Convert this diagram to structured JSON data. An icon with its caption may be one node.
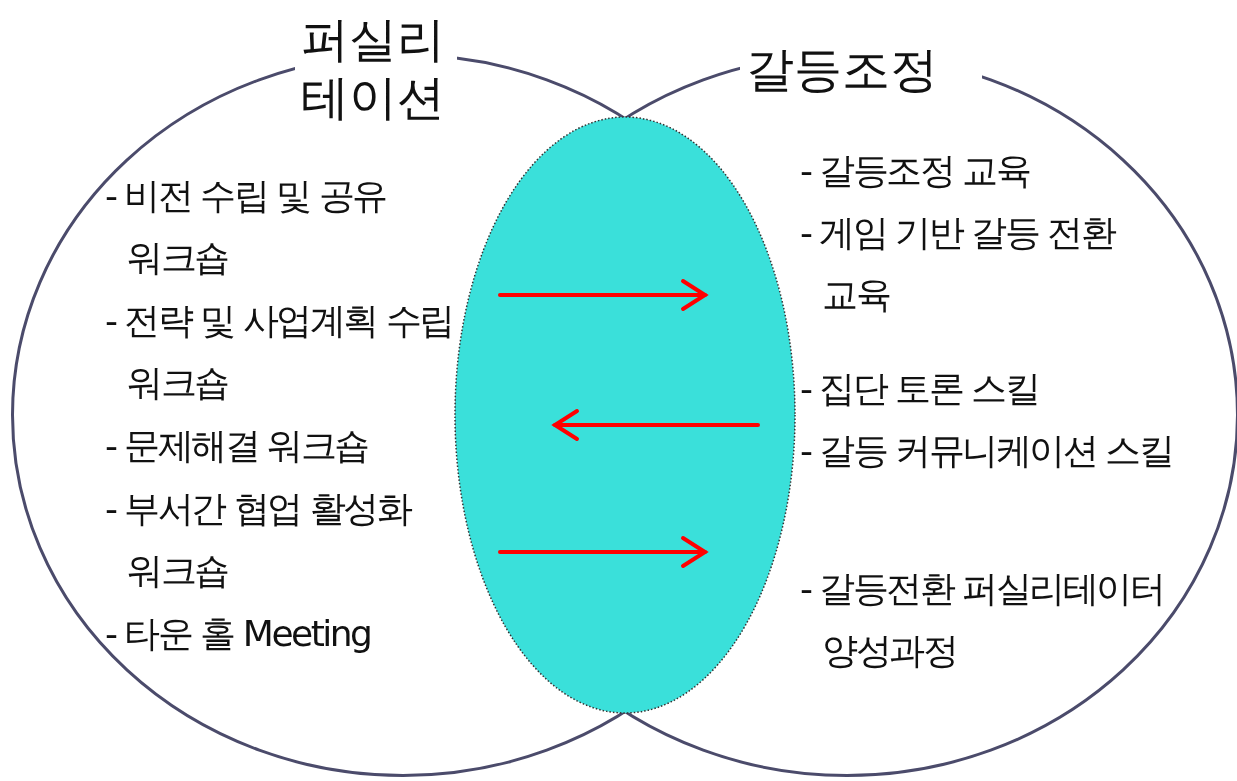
{
  "diagram": {
    "nodes": [
      {
        "text": [
          "퍼실리테이션",
          "- 비전 수립 및 공유 워크숍",
          "- 전략 및 사업계획 수립 워크숍",
          "- 문제해결 워크숍",
          "- 부서간 협업 활성화 워크숍",
          "- 타운 홀 Meeting"
        ]
      },
      {
        "text": [
          "갈등조정",
          "- 갈등조정 교육",
          "- 게임 기반 갈등 전환 교육",
          "- 집단 토론 스킬",
          "- 갈등 커뮤니케이션 스킬",
          "- 갈등전환 퍼실리테이터 양성과정"
        ]
      }
    ]
  }
}
